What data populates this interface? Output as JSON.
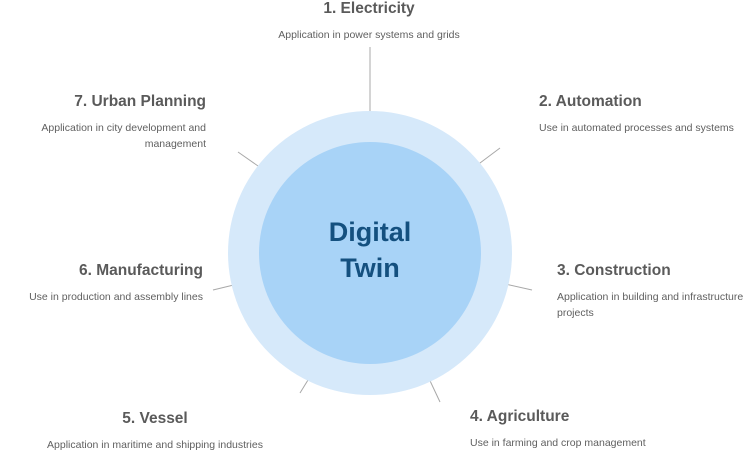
{
  "center": {
    "line1": "Digital",
    "line2": "Twin"
  },
  "nodes": [
    {
      "title": "1. Electricity",
      "desc": "Application in power systems and grids"
    },
    {
      "title": "2. Automation",
      "desc": "Use in automated processes and systems"
    },
    {
      "title": "3. Construction",
      "desc": "Application in building and infrastructure projects"
    },
    {
      "title": "4. Agriculture",
      "desc": "Use in farming and crop management"
    },
    {
      "title": "5. Vessel",
      "desc": "Application in maritime and shipping industries"
    },
    {
      "title": "6. Manufacturing",
      "desc": "Use in production and assembly lines"
    },
    {
      "title": "7. Urban Planning",
      "desc": "Application in city development and management"
    }
  ],
  "colors": {
    "outer_ring": "#d6e9fa",
    "inner_circle": "#a8d3f7",
    "center_text": "#14507f",
    "node_title": "#5a5a5a",
    "node_desc": "#5f5f5f",
    "connector": "#a8a8a8"
  }
}
